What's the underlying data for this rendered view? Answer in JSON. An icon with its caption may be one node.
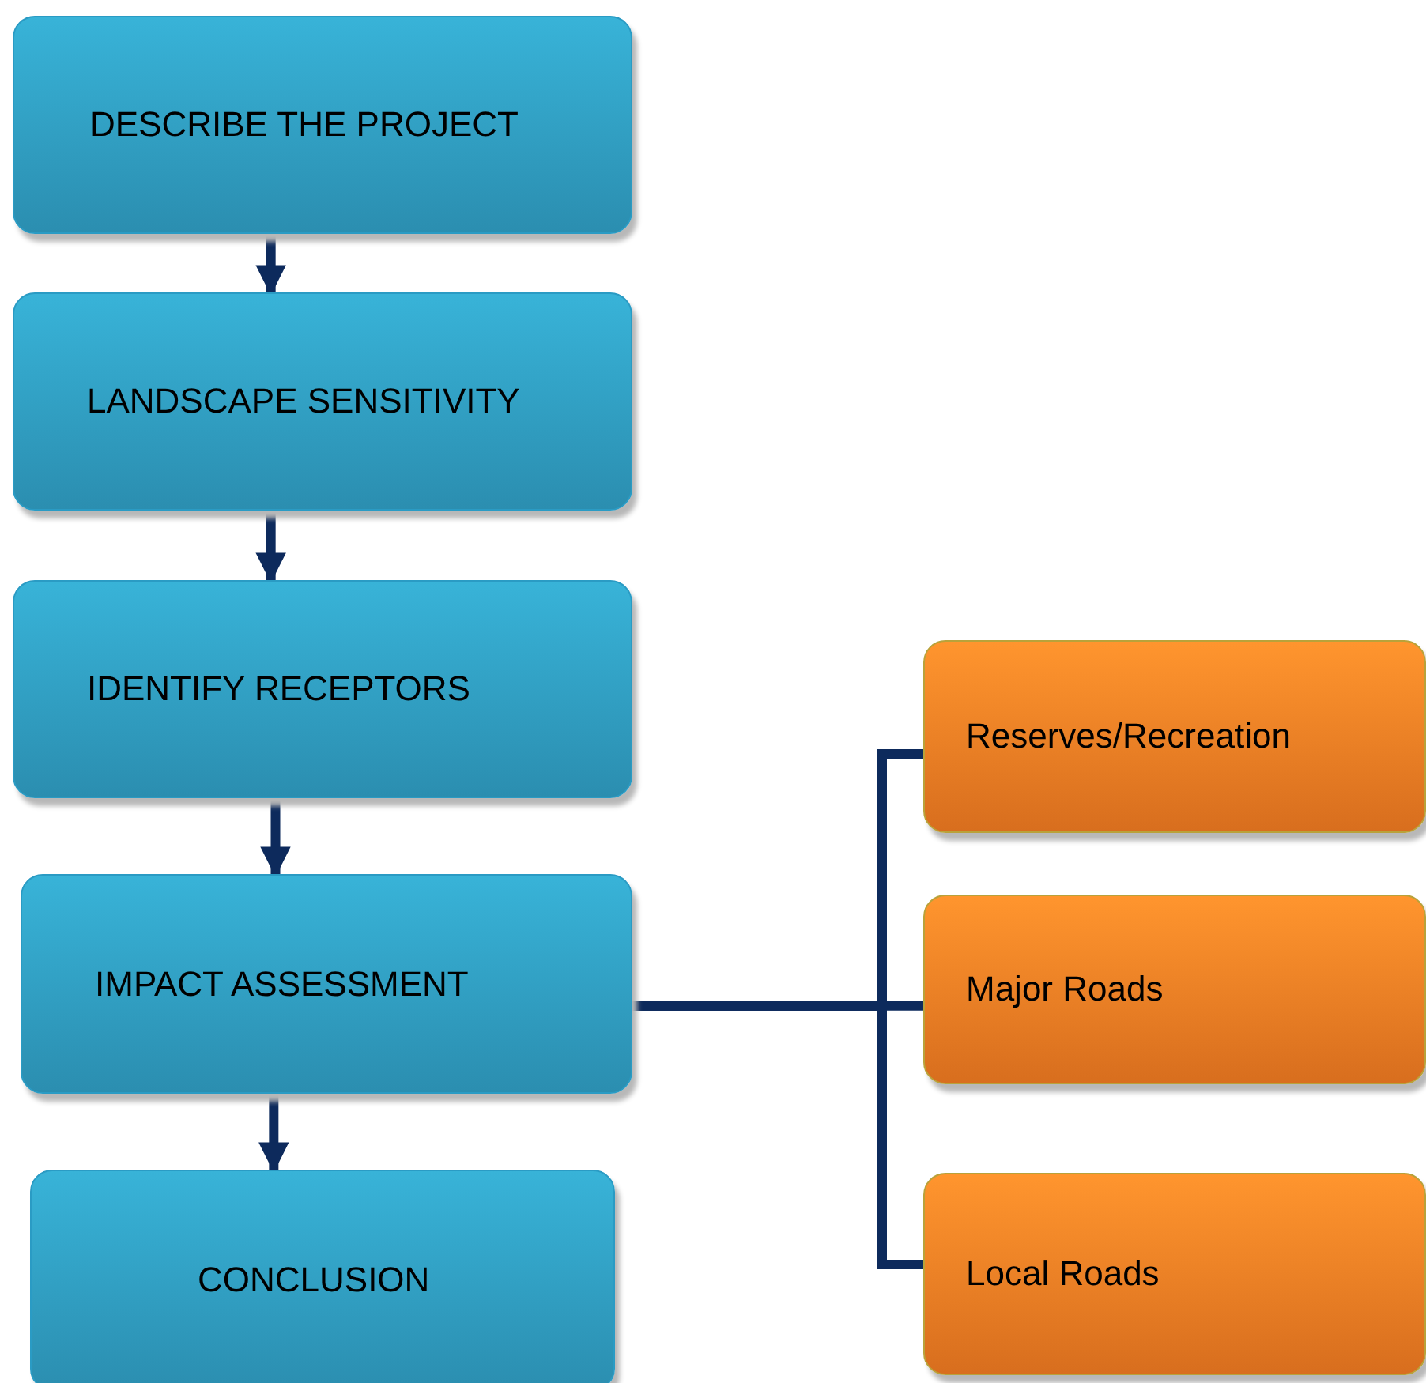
{
  "diagram": {
    "nodes": [
      {
        "text": [
          "DESCRIBE THE PROJECT"
        ]
      },
      {
        "text": [
          "LANDSCAPE SENSITIVITY"
        ]
      },
      {
        "text": [
          "IDENTIFY RECEPTORS"
        ]
      },
      {
        "text": [
          "IMPACT ASSESSMENT"
        ]
      },
      {
        "text": [
          "CONCLUSION"
        ]
      },
      {
        "text": [
          "Reserves/Recreation"
        ]
      },
      {
        "text": [
          "Major Roads"
        ]
      },
      {
        "text": [
          "Local Roads"
        ]
      }
    ],
    "edges": [
      {
        "from": 0,
        "to": 1,
        "arrow": "to"
      },
      {
        "from": 1,
        "to": 2,
        "arrow": "to"
      },
      {
        "from": 2,
        "to": 3,
        "arrow": "to"
      },
      {
        "from": 3,
        "to": 4,
        "arrow": "to"
      },
      {
        "from": 3,
        "to": 5,
        "arrow": "none"
      },
      {
        "from": 3,
        "to": 6,
        "arrow": "none"
      },
      {
        "from": 3,
        "to": 7,
        "arrow": "none"
      }
    ]
  }
}
